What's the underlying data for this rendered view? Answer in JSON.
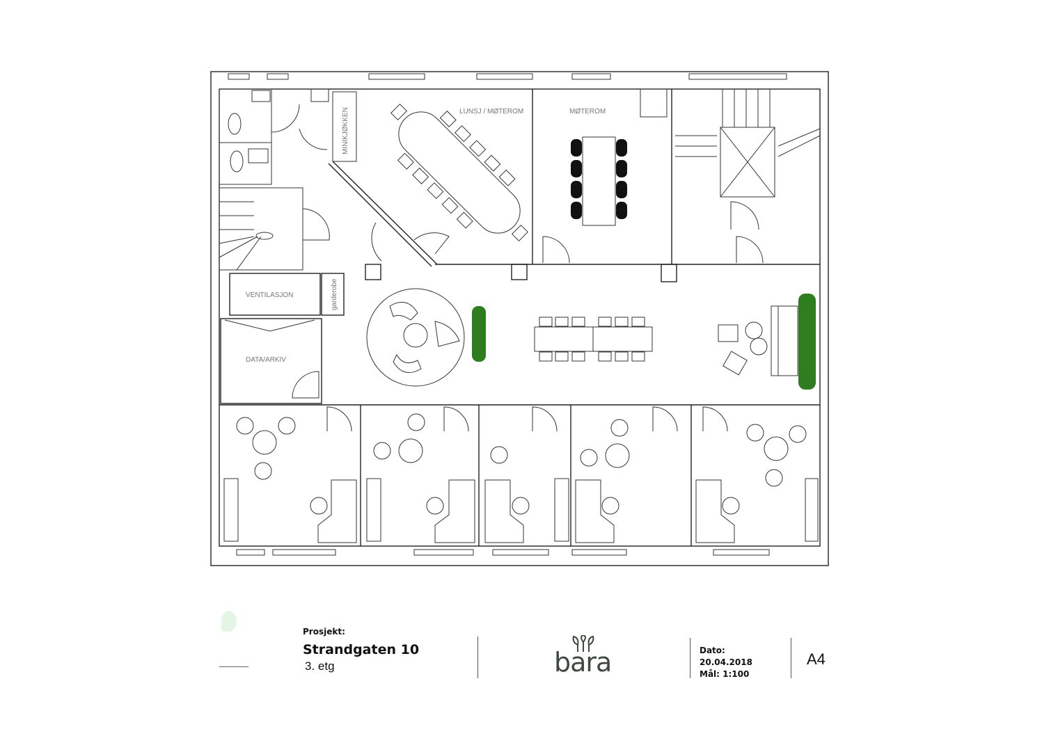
{
  "rooms": {
    "lunsj": "LUNSJ / MØTEROM",
    "moterom": "MØTEROM",
    "minikjokken": "MINIKJØKKEN",
    "ventilasjon": "VENTILASJON",
    "garderobe": "garderobe",
    "datarkiv": "DATA/ARKIV"
  },
  "title_block": {
    "project_label": "Prosjekt:",
    "project_name": "Strandgaten 10",
    "floor": "3. etg",
    "logo_text": "bara",
    "date_label": "Dato:",
    "date": "20.04.2018",
    "scale": "Mål: 1:100",
    "paper": "A4"
  },
  "colors": {
    "plant": "#2e7d1f",
    "logo": "#3d4a3f"
  }
}
